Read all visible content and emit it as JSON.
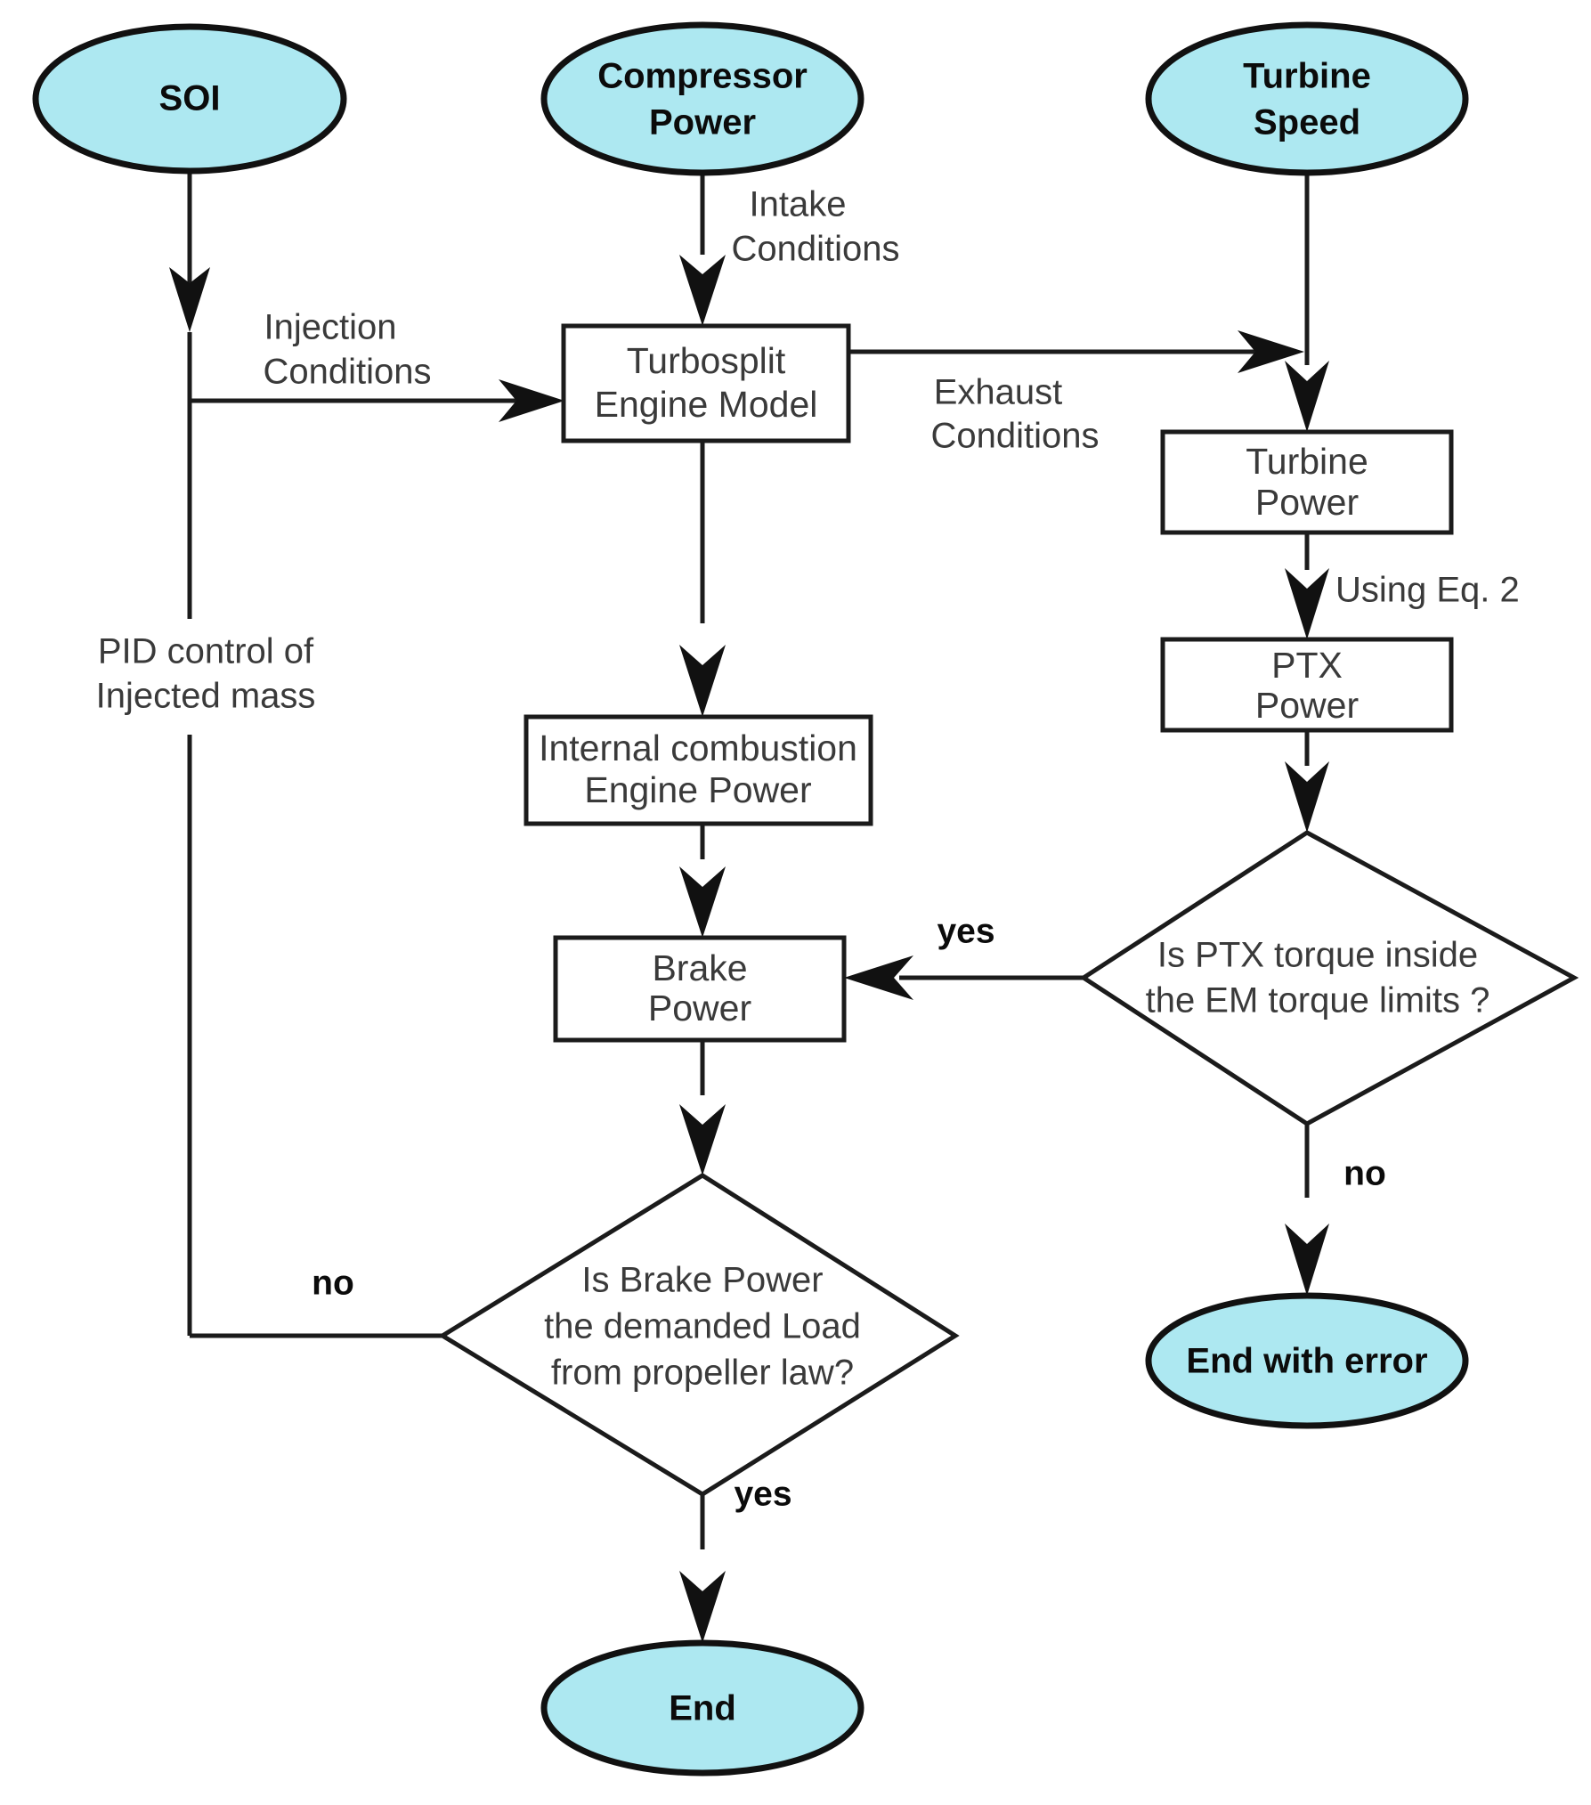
{
  "diagram": {
    "title": "Turbosplit engine simulation flowchart",
    "colors": {
      "terminator_fill": "#ade8f1",
      "node_stroke": "#111111",
      "box_fill": "#ffffff",
      "text": "#3a3a3a",
      "background": "#ffffff"
    },
    "terminators": {
      "soi": "SOI",
      "compressor_power_line1": "Compressor",
      "compressor_power_line2": "Power",
      "turbine_speed_line1": "Turbine",
      "turbine_speed_line2": "Speed",
      "end": "End",
      "end_with_error": "End with error"
    },
    "processes": {
      "turbosplit_line1": "Turbosplit",
      "turbosplit_line2": "Engine Model",
      "ice_power_line1": "Internal combustion",
      "ice_power_line2": "Engine Power",
      "brake_power_line1": "Brake",
      "brake_power_line2": "Power",
      "turbine_power_line1": "Turbine",
      "turbine_power_line2": "Power",
      "ptx_power_line1": "PTX",
      "ptx_power_line2": "Power"
    },
    "decisions": {
      "ptx_torque_line1": "Is PTX torque inside",
      "ptx_torque_line2": "the EM torque limits ?",
      "brake_load_line1": "Is Brake Power",
      "brake_load_line2": "the demanded Load",
      "brake_load_line3": "from propeller law?"
    },
    "edge_labels": {
      "intake_line1": "Intake",
      "intake_line2": "Conditions",
      "injection_line1": "Injection",
      "injection_line2": "Conditions",
      "exhaust_line1": "Exhaust",
      "exhaust_line2": "Conditions",
      "using_eq2": "Using Eq. 2",
      "pid_line1": "PID control of",
      "pid_line2": "Injected mass"
    },
    "branches": {
      "ptx_yes": "yes",
      "ptx_no": "no",
      "brake_yes": "yes",
      "brake_no": "no"
    }
  }
}
